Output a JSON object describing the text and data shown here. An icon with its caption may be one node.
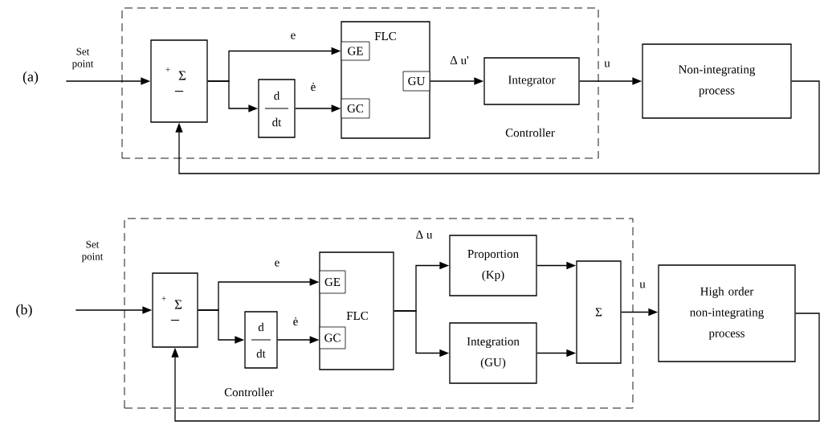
{
  "diagram": {
    "nodes": [
      {
        "text": [
          "Controller"
        ]
      },
      {
        "text": [
          "Set point"
        ]
      },
      {
        "text": [
          "+",
          "Σ",
          "−"
        ],
        "in": 0
      },
      {
        "text": [
          "d",
          "dt"
        ],
        "in": 0
      },
      {
        "text": [
          "FLC"
        ],
        "in": 0
      },
      {
        "text": [
          "GE"
        ],
        "in": 4
      },
      {
        "text": [
          "GC"
        ],
        "in": 4
      },
      {
        "text": [
          "GU"
        ],
        "in": 4
      },
      {
        "text": [
          "Integrator"
        ],
        "in": 0
      },
      {
        "text": [
          "Non-integrating process"
        ]
      },
      {
        "text": [
          "Controller"
        ]
      },
      {
        "text": [
          "Set point"
        ]
      },
      {
        "text": [
          "+",
          "Σ",
          "−"
        ],
        "in": 10
      },
      {
        "text": [
          "d",
          "dt"
        ],
        "in": 10
      },
      {
        "text": [
          "FLC"
        ],
        "in": 10
      },
      {
        "text": [
          "GE"
        ],
        "in": 14
      },
      {
        "text": [
          "GC"
        ],
        "in": 14
      },
      {
        "text": [
          "Proportion (Kp)"
        ],
        "in": 10
      },
      {
        "text": [
          "Integration (GU)"
        ],
        "in": 10
      },
      {
        "text": [
          "Σ"
        ],
        "in": 10
      },
      {
        "text": [
          "High order non-integrating process"
        ]
      }
    ],
    "edges": [
      {
        "from": 1,
        "to": 2,
        "arrow": "to"
      },
      {
        "from": 2,
        "to": 5,
        "arrow": "to",
        "label": "e"
      },
      {
        "from": 2,
        "to": 3,
        "arrow": "to"
      },
      {
        "from": 3,
        "to": 6,
        "arrow": "to",
        "label": "ė"
      },
      {
        "from": 7,
        "to": 8,
        "arrow": "to",
        "label": "Δ u'"
      },
      {
        "from": 8,
        "to": 9,
        "arrow": "to",
        "label": "u"
      },
      {
        "from": 9,
        "to": 2,
        "arrow": "to"
      },
      {
        "from": 11,
        "to": 12,
        "arrow": "to"
      },
      {
        "from": 12,
        "to": 15,
        "arrow": "to",
        "label": "e"
      },
      {
        "from": 12,
        "to": 13,
        "arrow": "to"
      },
      {
        "from": 13,
        "to": 16,
        "arrow": "to",
        "label": "ė"
      },
      {
        "from": 14,
        "to": 17,
        "arrow": "to",
        "label": "Δ u"
      },
      {
        "from": 14,
        "to": 18,
        "arrow": "to"
      },
      {
        "from": 17,
        "to": 19,
        "arrow": "to"
      },
      {
        "from": 18,
        "to": 19,
        "arrow": "to"
      },
      {
        "from": 19,
        "to": 20,
        "arrow": "to",
        "label": "u"
      },
      {
        "from": 20,
        "to": 12,
        "arrow": "to"
      }
    ],
    "labels": [
      "(a)",
      "(b)"
    ]
  }
}
